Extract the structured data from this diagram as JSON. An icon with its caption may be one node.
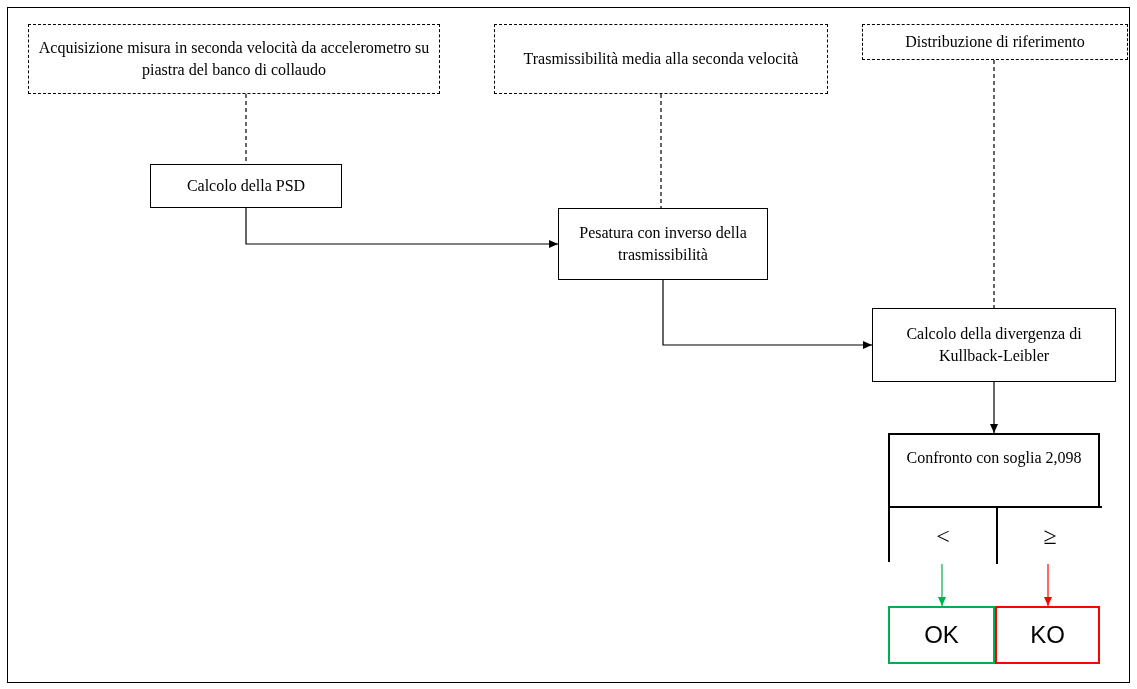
{
  "diagram": {
    "nodes": [
      {
        "text": [
          "Acquisizione misura in seconda velocità da accelerometro su piastra del banco di collaudo"
        ]
      },
      {
        "text": [
          "Trasmissibilità media alla seconda velocità"
        ]
      },
      {
        "text": [
          "Distribuzione di riferimento"
        ]
      },
      {
        "text": [
          "Calcolo della PSD"
        ]
      },
      {
        "text": [
          "Pesatura con inverso della trasmissibilità"
        ]
      },
      {
        "text": [
          "Calcolo della divergenza di Kullback-Leibler"
        ]
      },
      {
        "text": [
          "Confronto con soglia 2,098"
        ]
      },
      {
        "text": [
          "<"
        ],
        "in": 6
      },
      {
        "text": [
          "≥"
        ],
        "in": 6
      },
      {
        "text": [
          "OK"
        ]
      },
      {
        "text": [
          "KO"
        ]
      }
    ],
    "edges": [
      {
        "from": 0,
        "to": 3,
        "arrow": "none",
        "style": "dashed"
      },
      {
        "from": 1,
        "to": 4,
        "arrow": "none",
        "style": "dashed"
      },
      {
        "from": 2,
        "to": 5,
        "arrow": "none",
        "style": "dashed"
      },
      {
        "from": 3,
        "to": 4,
        "arrow": "to"
      },
      {
        "from": 4,
        "to": 5,
        "arrow": "to"
      },
      {
        "from": 5,
        "to": 6,
        "arrow": "to"
      },
      {
        "from": 7,
        "to": 9,
        "arrow": "to",
        "color": "#00b050"
      },
      {
        "from": 8,
        "to": 10,
        "arrow": "to",
        "color": "#ff0000"
      }
    ]
  }
}
